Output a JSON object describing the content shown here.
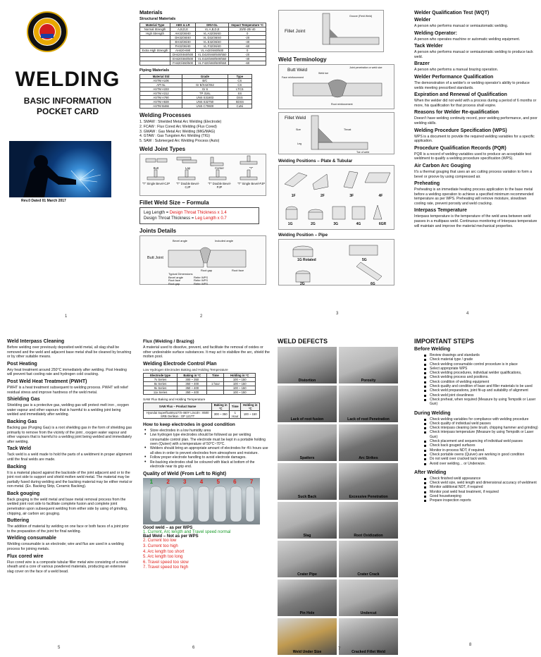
{
  "p1": {
    "title": "WELDING",
    "sub1": "BASIC INFORMATION",
    "sub2": "POCKET CARD",
    "rev": "Rev.0 Dated 01 March 2017",
    "num": "1",
    "logo": "AL ARABI WELDING SECTION — SA AWS"
  },
  "p2": {
    "num": "2",
    "materials": "Materials",
    "structural": "Structural Materials",
    "struct_headers": [
      "Material Type",
      "ABS & LR",
      "DNV-GL",
      "Impact Temperature °C"
    ],
    "struct_rows": [
      [
        "Normal Strength",
        "A,B,D,E",
        "VL A,B,D,E",
        "20/0/-20/-40"
      ],
      [
        "High Strength",
        "AH32/36/40",
        "VL A32/36/40",
        "0"
      ],
      [
        "",
        "DH32/36/40",
        "VL D32/36/40",
        "-20"
      ],
      [
        "",
        "EH32/36/40",
        "VL E32/36/40",
        "-40"
      ],
      [
        "",
        "FH32/36/40",
        "VL F32/36/40",
        "-60"
      ],
      [
        "Extra High Strength",
        "AH420-690",
        "VL A420/460/500",
        "0"
      ],
      [
        "",
        "DH420/460/500",
        "VL D420/460/500/550",
        "-20"
      ],
      [
        "",
        "EH420/460/500",
        "VL E420/460/500/550",
        "-40"
      ],
      [
        "",
        "FH420/460/500",
        "VL F420/460/500/550",
        "-60"
      ]
    ],
    "piping": "Piping Materials",
    "pipe_headers": [
      "Material Std",
      "Grade",
      "Type"
    ],
    "pipe_rows": [
      [
        "ASTM A106",
        "B/C",
        "CS"
      ],
      [
        "API 5L",
        "Gr B/X42/X52",
        "CS"
      ],
      [
        "ASTM A333",
        "Gr 6",
        "LTCS"
      ],
      [
        "ASTM A312",
        "TP 316L",
        "SS"
      ],
      [
        "ASTM A790",
        "UNS S31803",
        "DSS"
      ],
      [
        "ASTM A928",
        "UNS S32750",
        "SDSS"
      ],
      [
        "ASTM B466",
        "UNS C70600",
        "CuNi"
      ]
    ],
    "processes": "Welding Processes",
    "proc": [
      "1. SMAW : Shielded Metal Arc Welding (Electrode)",
      "2. FCAW : Flux Cored Arc Welding (Flux Cored)",
      "3. GMAW : Gas Metal Arc Welding (MIG/MAG)",
      "4. GTAW : Gas Tungsten Arc Welding (TIG)",
      "5. SAW : Submerged Arc Welding Process (Auto)"
    ],
    "joint_types": "Weld Joint Types",
    "jt": [
      "Butt",
      "Lap",
      "Corner",
      "\"T\""
    ],
    "jt2": [
      "\"T\" Single Bevel-CJP",
      "\"T\" Double Bevel-CJP",
      "\"T\" Double Bevel-PJP",
      "\"T\" Single Bevel-PJP"
    ],
    "fillet": "Fillet Weld Size – Formula",
    "leg_a": "Leg Length = ",
    "leg_b": "Design Throat Thickness x 1.4",
    "dt_a": "Design Throat Thickness = ",
    "dt_b": "Leg Length x 0.7",
    "joint_details": "Joints Details",
    "jd_bevel": "Bevel angle",
    "jd_incl": "Included angle",
    "jd_butt": "Butt Joint",
    "jd_rf": "Root face",
    "jd_rg": "Root gap",
    "jd_typ": "Typical Dimensions",
    "jd_rows": [
      [
        "Bevel angle",
        "Refer WPS"
      ],
      [
        "Root face",
        "Refer WPS"
      ],
      [
        "Root gap",
        "Refer WPS"
      ]
    ]
  },
  "p3": {
    "num": "3",
    "fillet_joint": "Fillet Joint",
    "term": "Weld Terminology",
    "butt": "Butt Weld",
    "fillet": "Fillet Weld",
    "positions": "Welding Positions – Plate & Tubular",
    "plate": [
      "1F",
      "2F",
      "3F",
      "4F"
    ],
    "tube": [
      "1G",
      "2G",
      "3G",
      "4G",
      "6GR"
    ],
    "pipe": "Welding Position – Pipe",
    "p1g": "1G Rotated",
    "p5g": "5G",
    "p2g": "2G",
    "p6g": "6G",
    "labels": {
      "cover": "Groove (Field Weld)",
      "face": "Face reinforcement",
      "toe": "Weld toe",
      "root": "Root reinforcement",
      "pen": "Joint penetration or weld size",
      "leg": "Leg",
      "size": "Size",
      "throat": "Throat",
      "tow": "Toe of weld"
    }
  },
  "p4": {
    "num": "4",
    "items": [
      {
        "h": "Welder Qualification Test (WQT)",
        "t": ""
      },
      {
        "h": "Welder",
        "t": "A person who performs manual or semiautomatic welding."
      },
      {
        "h": "Welding Operator:",
        "t": "A person who operates machine or automatic welding equipment."
      },
      {
        "h": "Tack Welder",
        "t": "A person who performs manual or semiautomatic welding to produce tack weld."
      },
      {
        "h": "Brazer",
        "t": "A person who performs a manual brazing operation."
      },
      {
        "h": "Welder Performance Qualification",
        "t": "The demonstration of a welder's or welding operator's ability to produce welds meeting prescribed standards."
      },
      {
        "h": "Expiration and Renewal of Qualification",
        "t": "When the welder did not weld with a process during a period of 6 months or more, his qualification for that process shall expire."
      },
      {
        "h": "Reasons for Welder Re-qualification",
        "t": "Doesn't have welding continuity record, poor welding performance, and poor welding skills."
      },
      {
        "h": "Welding Procedure Specification (WPS)",
        "t": "WPS is a document to provide the required welding variables for a specific application."
      },
      {
        "h": "Procedure Qualification Records (PQR)",
        "t": "PQR is a record of welding variables used to produce an acceptable test weldment to qualify a welding procedure specification (WPS)."
      },
      {
        "h": "Air Carbon Arc Gouging",
        "t": "It's a thermal gouging that uses an arc cutting process variation to form a bevel or groove by using compressed air."
      },
      {
        "h": "Preheating",
        "t": "Preheating is an immediate heating process application to the base metal before a welding operation to achieve a specified minimum recommended temperature as per WPS. Preheating will remove moisture, slowdown cooling rate, prevent porosity and weld cracking."
      },
      {
        "h": "Interpass Temperature",
        "t": "Interpass temperature is the temperature of the weld area between weld passes in a multipass weld. Continuous monitoring of Interpass temperature will maintain and improve the material mechanical properties."
      }
    ]
  },
  "p5": {
    "num": "5",
    "items": [
      {
        "h": "Weld Interpass Cleaning",
        "t": "Before welding over previously deposited weld metal, all slag shall be removed and the weld and adjacent base metal shall be cleaned by brushing or by other suitable means."
      },
      {
        "h": "Post Heating",
        "t": "Any heat treatment around 250°C immediately after welding. Post Heating will prevent fast cooling rate and hydrogen cold cracking."
      },
      {
        "h": "Post Weld Heat Treatment (PWHT)",
        "t": "PWHT is a heat treatment subsequent to welding process. PWHT will relief residual stress and improve hardness of the weld metal."
      },
      {
        "h": "Shielding Gas",
        "t": "Shielding gas is a protective gas, welding gas will protect melt iron , oxygen water vapour and other vapours that is harmful to a welding joint being welded and immediately after welding."
      },
      {
        "h": "Backing Gas",
        "t": "Backing gas (Purging Gas) is a root shielding gas in the form of shielding gas primarily to remove from the vicinity of the joint , oxygen water vapour and other vapours that is harmful to a welding joint being welded and immediately after welding."
      },
      {
        "h": "Tack Weld",
        "t": "Tack weld is a weld made to hold the parts of a weldment in proper alignment until the final welds are made."
      },
      {
        "h": "Backing",
        "t": "It is a material placed against the backside of the joint adjacent and or to the joint root side to support and shield molten weld metal. The material may be partially fused during welding and the backing material may be either metal or non-metal. (Ex. Backing Strip, Ceramic Backing)."
      },
      {
        "h": "Back gouging",
        "t": "Back gouging is the weld metal and base metal removal process from the welded joint root side to facilitate complete fusion and complete joint penetration upon subsequent welding from either side by using of grinding, chipping, air carbon arc gouging."
      },
      {
        "h": "Buttering",
        "t": "The addition of material by welding on one face or both faces of a joint prior to the preparation of the joint for final welding."
      },
      {
        "h": "Welding consumable",
        "t": "Welding consumable is an electrode; wire and flux are used in a welding process for joining metals."
      },
      {
        "h": "Flux cored wire",
        "t": "Flux cored wire is a composite tubular filler metal wire consisting of a metal sheath and a core of various powdered materials, producing an extensive slag cover on the face of a weld bead."
      }
    ]
  },
  "p6": {
    "num": "6",
    "flux_h": "Flux (Welding / Brazing)",
    "flux_t": "A material used to dissolve, prevent, and facilitate the removal of oxides or other undesirable surface substances. It may act to stabilize the arc, shield the molten pool.",
    "ctrl_h": "Welding Electrode Control Plan",
    "ctrl_sub": "Low Hydrogen Electrodes Baking and Holding Temperature",
    "e_headers": [
      "Electrode type",
      "Baking in °C",
      "Time",
      "Holding in °C"
    ],
    "e_rows": [
      [
        "7x Series",
        "300 ~ 350",
        "",
        "100 ~ 150"
      ],
      [
        "8x Series",
        "350 ~ 400",
        "1 hour",
        "100 ~ 150"
      ],
      [
        "9x Series",
        "350 ~ 400",
        "",
        "100 ~ 150"
      ],
      [
        "11x Series",
        "350 ~ 400",
        "",
        "100 ~ 150"
      ]
    ],
    "saw_sub": "SAW Flux Baking and Holding Temperature",
    "s_headers": [
      "SAW Flux – Product Name",
      "Baking in °C",
      "Time",
      "Holding in °C"
    ],
    "s_rows": [
      [
        "Hyundai Superflux55ULT/S-460Y Lincoln : 8500 SRB Oerlikon : OP 121TT",
        "300 ~ 350",
        "1 Hour",
        "100 ~ 150"
      ]
    ],
    "how_h": "How to keep electrodes in good condition",
    "how": [
      "Store electrodes in a low humidity area",
      "Low hydrogen type electrodes should be followed as per welding consumable control plan. The electrode must be kept in a portable holding oven (Quiver) with a temperature of 50°C~70°C.",
      "Welders should bring an appropriate amount of electrodes for 4½ hours use all sites in order to prevent electrodes from atmosphere and moisture.",
      "Follow proper electrode handling to avoid electrode damages.",
      "Re-backing electrodes shall be coloured with black at bottom of the electrode near its grip end."
    ],
    "q_h": "Quality of Weld (From Left to Right)",
    "q_nums": [
      "1",
      "2",
      "3",
      "4",
      "5",
      "6",
      "7"
    ],
    "good_h": "Good weld – as per WPS",
    "good": "1. Current, Arc length and Travel speed normal",
    "bad_h": "Bad Weld – Not as per WPS",
    "bad": [
      "2. Current too low",
      "3. Current too high",
      "4. Arc length too short",
      "5. Arc length too long",
      "6. Travel speed too slow",
      "7. Travel speed too high"
    ],
    "green": "#1a9b2a",
    "red": "#e0201b"
  },
  "p7": {
    "num": "7",
    "title": "WELD DEFECTS",
    "defects": [
      "Distortion",
      "Porosity",
      "Lack of root fusion",
      "Lack of root Penetration",
      "Spatters",
      "Arc Strikes",
      "Suck Back",
      "Excessive Penetration",
      "Slag",
      "Root Oxidization",
      "Crater Pipe",
      "Crater Crack",
      "Pin Hole",
      "Undercut",
      "Weld Under Size",
      "Cracked Fillet Weld"
    ]
  },
  "p8": {
    "num": "8",
    "title": "IMPORTANT STEPS",
    "before_h": "Before Welding",
    "before": [
      "Review drawings and standards",
      "Check material type / grade",
      "Check welding consumable control procedure is in place",
      "Select appropriate WPS",
      "Check welding procedures, individual welder qualifications,",
      "Check welding process and positions.",
      "Check condition of welding equipment",
      "Check quality and condition of base and filler materials to be used",
      "Check weld preparations, joint fit-up and suitability of alignment",
      "Check weld joint cleanliness",
      "Check preheat, when required (Measure by using Tempstik or Laser Gun)"
    ],
    "during_h": "During Welding",
    "during": [
      "Check welding variables for compliance with welding procedure",
      "Check quality of individual weld passes",
      "Check interpass cleaning (wire brush, chipping hammer and grinding)",
      "Check interpass temperature (Measure by using Tempstik or Laser Gun)",
      "Check placement and sequencing of individual weld passes",
      "Check back gouged surfaces",
      "Monitor in-process NDT, if required.",
      "Check portable ovens (Quiver) are working in good condition",
      "Do not weld over cracked tack welds.",
      "Avoid over welding… or Underwize."
    ],
    "after_h": "After Welding",
    "after": [
      "Check finished weld appearance",
      "Check weld size, weld length and dimensional accuracy of weldment",
      "Monitor additional NDT, if required",
      "Monitor post weld heat treatment, if required",
      "Good housekeeping",
      "Prepare inspection reports"
    ]
  }
}
